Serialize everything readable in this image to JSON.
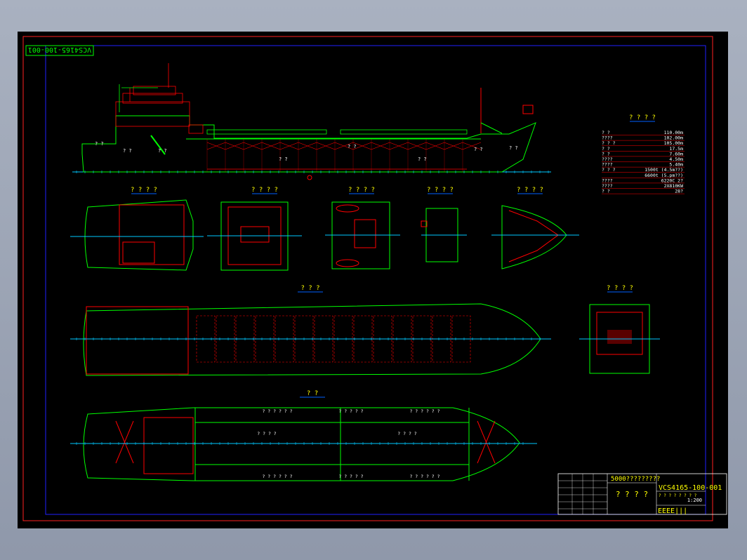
{
  "colors": {
    "background": "#000000",
    "border_outer": "#ff2020",
    "border_inner": "#2020ff",
    "hull": "#00ff00",
    "structure": "#ff0000",
    "centerline": "#00c8ff",
    "title_text": "#ffff00",
    "table_text": "#ffffff",
    "title_underline": "#0060ff"
  },
  "drawing_number_rotated": "VCS4165-100-001",
  "drawing_number": "VCS4165-100-001",
  "scale": "1:200",
  "title_block": {
    "project": "5000?????????",
    "title": "? ? ? ?",
    "sign_row": "? ? ? ? ? ? ? ?",
    "sheet_marks": "EEEE|||"
  },
  "view_titles": {
    "profile_table": "? ? ? ?",
    "deck_a": "? ? ? ?",
    "deck_b": "? ? ? ?",
    "deck_c": "? ? ? ?",
    "deck_d": "? ? ? ?",
    "deck_e": "? ? ? ?",
    "main_deck": "? ? ?",
    "fore_detail": "? ? ? ?",
    "hold_plan": "?     ?"
  },
  "particulars": [
    {
      "label": "?      ?",
      "value": "110.00m"
    },
    {
      "label": "????",
      "value": "102.00m"
    },
    {
      "label": "? ? ?",
      "value": "105.00m"
    },
    {
      "label": "?      ?",
      "value": "17.5m"
    },
    {
      "label": "?      ?",
      "value": "7.60m"
    },
    {
      "label": "????",
      "value": "4.50m"
    },
    {
      "label": "????",
      "value": "5.40m"
    },
    {
      "label": "? ? ?",
      "value": "1500t (4.5m??)"
    },
    {
      "label": "",
      "value": "6600t (5.pm??)"
    },
    {
      "label": "????",
      "value": "6220C  2?"
    },
    {
      "label": "????",
      "value": "2X810KW"
    },
    {
      "label": "?      ?",
      "value": "28?"
    }
  ],
  "profile_labels": [
    "? ?",
    "? ?",
    "? ?",
    "? ?",
    "? ?",
    "? ?",
    "? ?",
    "? ?"
  ],
  "hold_labels_top": [
    "? ? ? ? ? ?",
    "? ? ? ? ?",
    "? ? ? ? ? ?"
  ],
  "hold_labels_bottom": [
    "? ? ? ? ? ?",
    "? ? ? ? ?",
    "? ? ? ? ? ?"
  ],
  "hold_labels_mid": [
    "? ? ? ?",
    "? ? ? ?"
  ]
}
